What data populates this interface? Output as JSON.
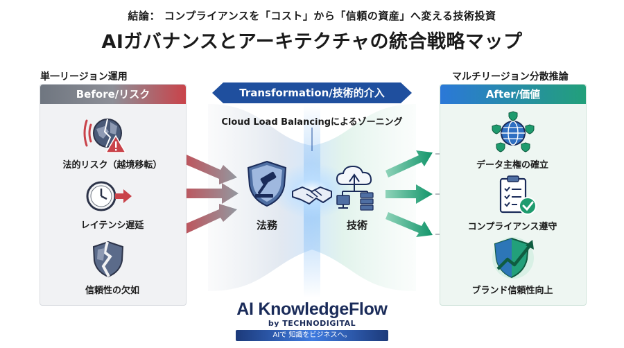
{
  "header": {
    "subtitle": "結論： コンプライアンスを「コスト」から「信頼の資産」へ変える技術投資",
    "title": "AIガバナンスとアーキテクチャの統合戦略マップ"
  },
  "left": {
    "region_label": "単一リージョン運用",
    "panel_title": "Before/リスク",
    "items": [
      {
        "label": "法的リスク（越境移転）",
        "icon": "globe-warning-icon"
      },
      {
        "label": "レイテンシ遅延",
        "icon": "clock-icon"
      },
      {
        "label": "信頼性の欠如",
        "icon": "broken-shield-icon"
      }
    ]
  },
  "center": {
    "banner": "Transformation/技術的介入",
    "caption": "Cloud Load Balancingによるゾーニング",
    "left_label": "法務",
    "right_label": "技術",
    "left_icon": "gavel-shield-icon",
    "right_icon": "cloud-network-icon",
    "middle_icon": "handshake-icon"
  },
  "right": {
    "region_label": "マルチリージョン分散推論",
    "panel_title": "After/価値",
    "items": [
      {
        "label": "データ主権の確立",
        "icon": "globe-shields-icon"
      },
      {
        "label": "コンプライアンス遵守",
        "icon": "clipboard-check-icon"
      },
      {
        "label": "ブランド信頼性向上",
        "icon": "shield-growth-icon"
      }
    ]
  },
  "brand": {
    "name": "AI KnowledgeFlow",
    "by": "by TECHNODIGITAL",
    "tagline": "AIで 知識をビジネスへ。"
  },
  "colors": {
    "risk": "#c9434a",
    "transform": "#1f4f9e",
    "value": "#1e9b6e",
    "navy": "#1a2b59"
  }
}
